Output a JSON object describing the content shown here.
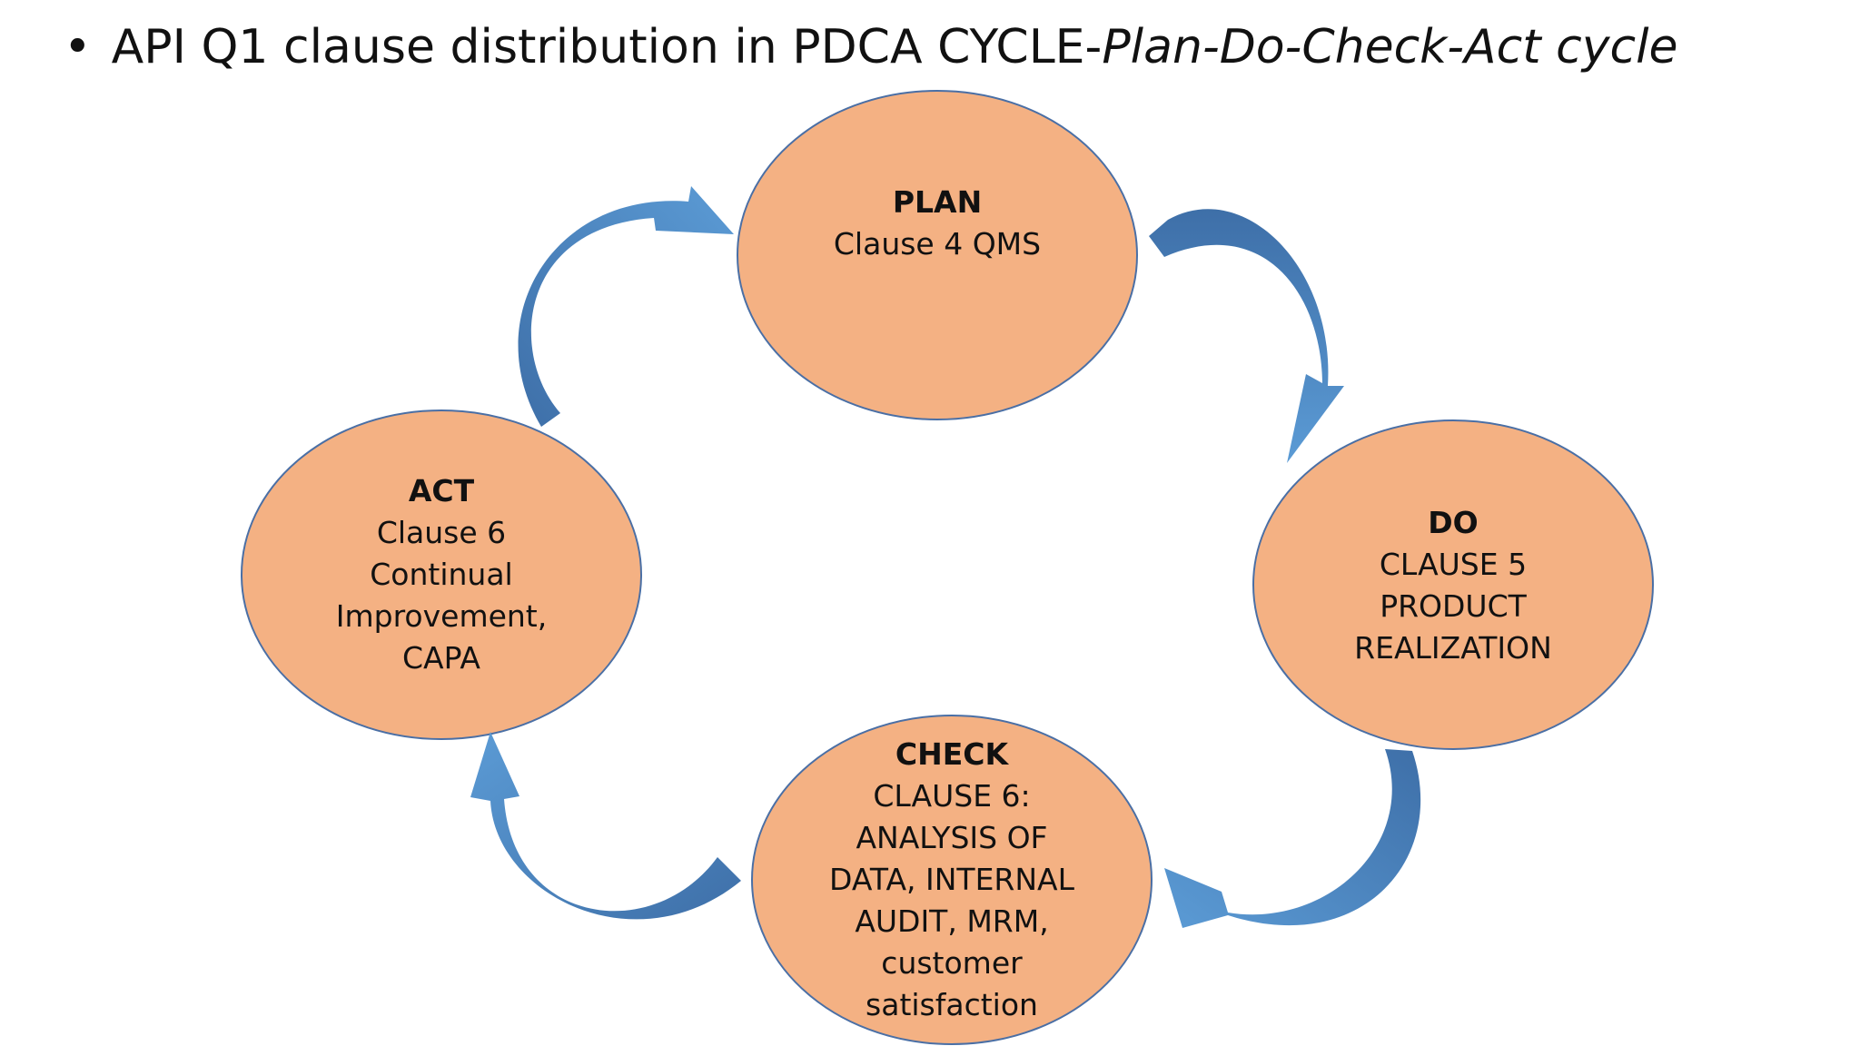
{
  "title": {
    "bullet": "•",
    "main": "API Q1 clause distribution in PDCA CYCLE-",
    "italic": "Plan-Do-Check-Act cycle"
  },
  "colors": {
    "ellipse_fill": "#F4B183",
    "ellipse_stroke": "#4A6FA5",
    "arrow_light": "#5B9BD5",
    "arrow_dark": "#3E6FA8"
  },
  "nodes": {
    "plan": {
      "head": "PLAN",
      "lines": [
        "Clause 4 QMS"
      ]
    },
    "do": {
      "head": "DO",
      "lines": [
        "CLAUSE 5",
        "PRODUCT",
        "REALIZATION"
      ]
    },
    "check": {
      "head": "CHECK",
      "lines": [
        "CLAUSE 6:",
        "ANALYSIS OF",
        "DATA, INTERNAL",
        "AUDIT, MRM,",
        "customer",
        "satisfaction"
      ]
    },
    "act": {
      "head": "ACT",
      "lines": [
        "Clause 6",
        "Continual",
        "Improvement,",
        "CAPA"
      ]
    }
  }
}
